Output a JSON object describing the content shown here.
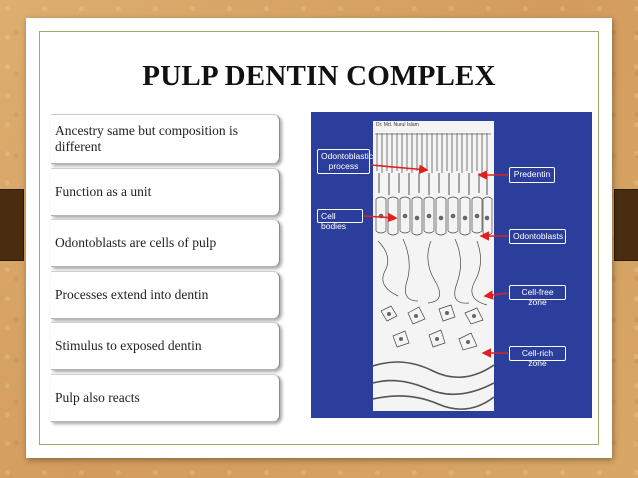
{
  "slide": {
    "title": "PULP DENTIN COMPLEX",
    "items": [
      "Ancestry same but composition is different",
      "Function as a unit",
      "Odontoblasts are cells of pulp",
      "Processes extend into dentin",
      "Stimulus to exposed dentin",
      "Pulp also reacts"
    ]
  },
  "figure": {
    "credit": "Dr. Md. Nurul Islam",
    "labels": {
      "odontoblastic_process": "Odontoblastic process",
      "cell_bodies": "Cell bodies",
      "predentin": "Predentin",
      "odontoblasts": "Odontoblasts",
      "cell_free_zone": "Cell-free zone",
      "cell_rich_zone": "Cell-rich zone"
    },
    "colors": {
      "background": "#2c3e9c",
      "arrow": "#e02020"
    }
  }
}
